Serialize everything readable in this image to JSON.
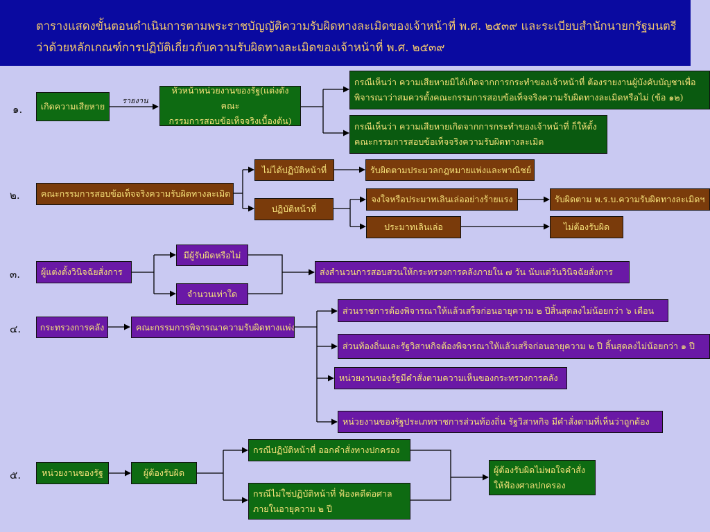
{
  "title": {
    "line1": "ตารางแสดงขั้นตอนดำเนินการตามพระราชบัญญัติความรับผิดทางละเมิดของเจ้าหน้าที่ พ.ศ. ๒๕๓๙ และระเบียบสำนักนายกรัฐมนตรี",
    "line2": "ว่าด้วยหลักเกณฑ์การปฏิบัติเกี่ยวกับความรับผิดทางละเมิดของเจ้าหน้าที่ พ.ศ. ๒๕๓๙"
  },
  "rows": {
    "r1": {
      "num": "๑.",
      "start": "เกิดความเสียหาย",
      "edge_label": "รายงาน",
      "head_l1": "หัวหน้าหน่วยงานของรัฐ(แต่งตั้งคณะ",
      "head_l2": "กรรมการสอบข้อเท็จจริงเบื้องต้น)",
      "case_a_l1": "กรณีเห็นว่า ความเสียหายมิได้เกิดจากการกระทำของเจ้าหน้าที่ ต้องรายงานผู้บังคับบัญชาเพื่อ",
      "case_a_l2": "พิจารณาว่าสมควรตั้งคณะกรรมการสอบข้อเท็จจริงความรับผิดทางละเมิดหรือไม่ (ข้อ ๑๒)",
      "case_b_l1": "กรณีเห็นว่า ความเสียหายเกิดจากการกระทำของเจ้าหน้าที่ ก็ให้ตั้ง",
      "case_b_l2": "คณะกรรมการสอบข้อเท็จจริงความรับผิดทางละเมิด"
    },
    "r2": {
      "num": "๒.",
      "start": "คณะกรรมการสอบข้อเท็จจริงความรับผิดทางละเมิด",
      "not_on_duty": "ไม่ได้ปฏิบัติหน้าที่",
      "civil_law": "รับผิดตามประมวลกฎหมายแพ่งและพาณิชย์",
      "on_duty": "ปฏิบัติหน้าที่",
      "gross": "จงใจหรือประมาทเลินเล่ออย่างร้ายแรง",
      "liable_act": "รับผิดตาม พ.ร.บ.ความรับผิดทางละเมิดฯ",
      "negligent": "ประมาทเลินเล่อ",
      "not_liable": "ไม่ต้องรับผิด"
    },
    "r3": {
      "num": "๓.",
      "start": "ผู้แต่งตั้งวินิจฉัยสั่งการ",
      "who": "มีผู้รับผิดหรือไม่",
      "amount": "จำนวนเท่าใด",
      "send": "ส่งสำนวนการสอบสวนให้กระทรวงการคลังภายใน ๗ วัน นับแต่วันวินิจฉัยสั่งการ"
    },
    "r4": {
      "num": "๔.",
      "start": "กระทรวงการคลัง",
      "committee": "คณะกรรมการพิจารณาความรับผิดทางแพ่ง",
      "o1": "ส่วนราชการต้องพิจารณาให้แล้วเสร็จก่อนอายุความ ๒ ปีสิ้นสุดลงไม่น้อยกว่า ๖ เดือน",
      "o2": "ส่วนท้องถิ่นและรัฐวิสาหกิจต้องพิจารณาให้แล้วเสร็จก่อนอายุความ ๒ ปี สิ้นสุดลงไม่น้อยกว่า ๑ ปี",
      "o3": "หน่วยงานของรัฐมีคำสั่งตามความเห็นของกระทรวงการคลัง",
      "o4": "หน่วยงานของรัฐประเภทราชการส่วนท้องถิ่น รัฐวิสาหกิจ มีคำสั่งตามที่เห็นว่าถูกต้อง"
    },
    "r5": {
      "num": "๕.",
      "start": "หน่วยงานของรัฐ",
      "liable": "ผู้ต้องรับผิด",
      "duty_case": "กรณีปฏิบัติหน้าที่ ออกคำสั่งทางปกครอง",
      "nonduty_l1": "กรณีไม่ใช่ปฏิบัติหน้าที่ ฟ้องคดีต่อศาล",
      "nonduty_l2": "ภายในอายุความ ๒ ปี",
      "court_l1": "ผู้ต้องรับผิดไม่พอใจคำสั่ง",
      "court_l2": "ให้ฟ้องศาลปกครอง"
    }
  }
}
